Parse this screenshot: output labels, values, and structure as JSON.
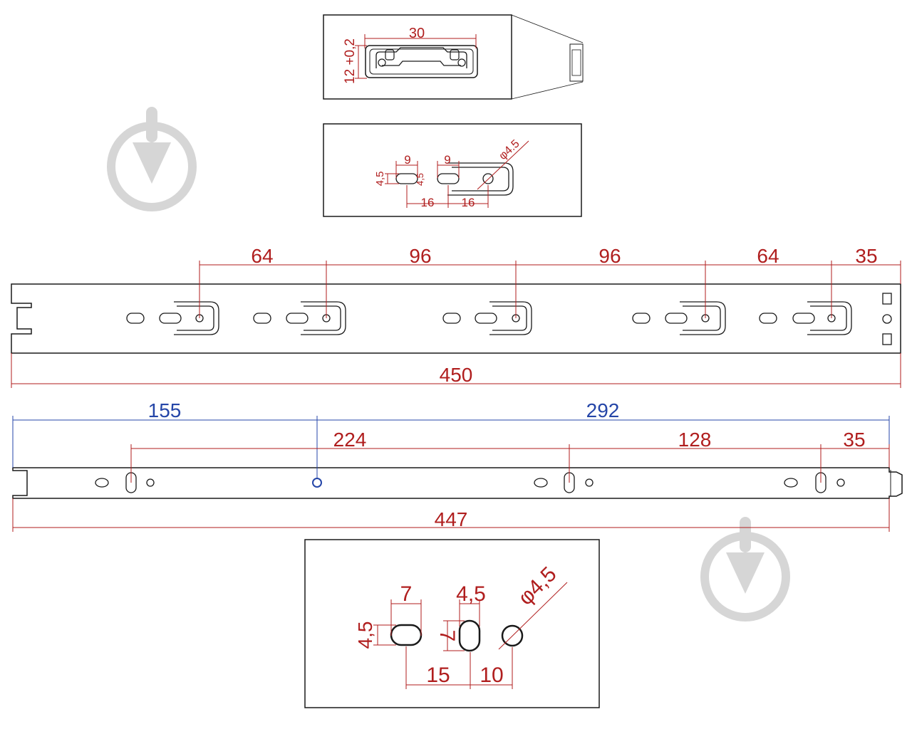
{
  "colors": {
    "dimension": "#b01e1e",
    "reference_dimension": "#2546a8",
    "outline": "#1a1a1a",
    "watermark": "#d6d6d6"
  },
  "profile": {
    "width": "30",
    "height": "12 +0,2"
  },
  "slot_detail_small": {
    "slot_length_a": "9",
    "slot_length_b": "9",
    "slot_width_a": "4,5",
    "slot_width_b": "4,5",
    "spacing_a": "16",
    "spacing_b": "16",
    "hole_diameter": "φ4.5"
  },
  "rail_top": {
    "spacings": [
      "64",
      "96",
      "96",
      "64",
      "35"
    ],
    "total_length": "450"
  },
  "rail_bottom": {
    "blue_left": "155",
    "blue_right": "292",
    "red_spacings": [
      "224",
      "128",
      "35"
    ],
    "total_length": "447"
  },
  "hole_detail_large": {
    "oval_length": "7",
    "oval_height": "4,5",
    "slot_width": "4,5",
    "slot_height": "7",
    "spacing_a": "15",
    "spacing_b": "10",
    "hole_diameter": "φ4,5"
  }
}
